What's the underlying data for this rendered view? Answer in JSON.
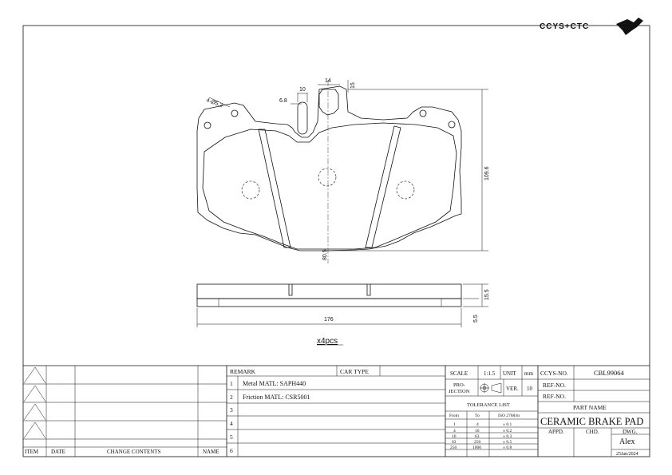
{
  "logo": {
    "text": "CCYS+CTC"
  },
  "drawing": {
    "dims": {
      "holes": "4-Ø5.2",
      "d10": "10",
      "d14": "14",
      "d15": "15",
      "d6_8": "6.8",
      "height_total": "109.6",
      "height_inner": "80.5",
      "thickness": "15.5",
      "width": "176",
      "plate": "5.5"
    },
    "quantity": "x4pcs"
  },
  "revision_table": {
    "headers": {
      "item": "ITEM",
      "date": "DATE",
      "change": "CHANGE CONTENTS",
      "name": "NAME"
    }
  },
  "remark_table": {
    "header_remark": "REMARK",
    "header_cartype": "CAR TYPE",
    "rows": [
      {
        "no": "1",
        "text": "Metal MATL: SAPH440"
      },
      {
        "no": "2",
        "text": "Friction MATL: CSR5001"
      },
      {
        "no": "3",
        "text": ""
      },
      {
        "no": "4",
        "text": ""
      },
      {
        "no": "5",
        "text": ""
      },
      {
        "no": "6",
        "text": ""
      }
    ]
  },
  "scale_block": {
    "scale_label": "SCALE",
    "scale_value": "1:1.5",
    "unit_label": "UNIT",
    "unit_value": "mm",
    "projection_label_1": "PRO-",
    "projection_label_2": "JECTION",
    "ver_label": "VER.",
    "ver_value": "10"
  },
  "tolerance": {
    "title": "TOLERANCE LIST",
    "headers": [
      "From",
      "To",
      "ISO 2768/m"
    ],
    "rows": [
      [
        "1",
        "4",
        "± 0.1"
      ],
      [
        "4",
        "16",
        "± 0.2"
      ],
      [
        "16",
        "63",
        "± 0.3"
      ],
      [
        "63",
        "250",
        "± 0.5"
      ],
      [
        "250",
        "1000",
        "± 0.8"
      ]
    ]
  },
  "title_block": {
    "ccys_label": "CCYS-NO.",
    "ccys_value": "CBL99064",
    "ref1_label": "REF-NO.",
    "ref2_label": "REF-NO.",
    "partname_label": "PART NAME",
    "partname_value": "CERAMIC BRAKE PAD",
    "appd": "APPD.",
    "chd": "CHD.",
    "dwg": "DWG.",
    "drawer": "Alex",
    "date": "25Jan/2024"
  }
}
